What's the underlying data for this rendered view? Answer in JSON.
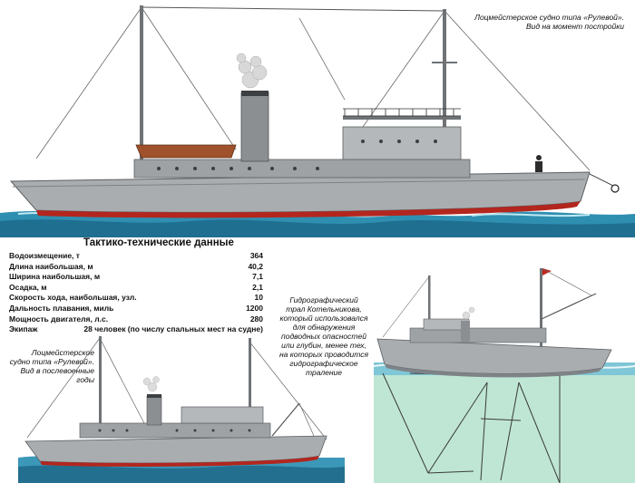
{
  "captions": {
    "top_ship": "Лоцмейстерское судно типа «Рулевой». Вид на момент постройки",
    "top_ship_line1": "Лоцмейстерское судно типа «Рулевой».",
    "top_ship_line2": "Вид на момент постройки",
    "postwar_line1": "Лоцмейстерское",
    "postwar_line2": "судно типа «Рулевой».",
    "postwar_line3": "Вид в послевоенные",
    "postwar_line4": "годы",
    "trawl_line1": "Гидрографический",
    "trawl_line2": "трал Котельникова,",
    "trawl_line3": "который использовался",
    "trawl_line4": "для обнаружения",
    "trawl_line5": "подводных опасностей",
    "trawl_line6": "или глубин, менее тех,",
    "trawl_line7": "на которых проводится",
    "trawl_line8": "гидрографическое",
    "trawl_line9": "траление"
  },
  "specs": {
    "title": "Тактико-технические данные",
    "rows": [
      {
        "label": "Водоизмещение, т",
        "value": "364"
      },
      {
        "label": "Длина наибольшая, м",
        "value": "40,2"
      },
      {
        "label": "Ширина наибольшая, м",
        "value": "7,1"
      },
      {
        "label": "Осадка, м",
        "value": "2,1"
      },
      {
        "label": "Скорость хода, наибольшая, узл.",
        "value": "10"
      },
      {
        "label": "Дальность плавания, миль",
        "value": "1200"
      },
      {
        "label": "Мощность двигателя, л.с.",
        "value": "280"
      },
      {
        "label": "Экипаж",
        "value": "28 человек (по числу спальных мест на судне)"
      }
    ]
  },
  "colors": {
    "hull": "#a9adb0",
    "hull_dark": "#7e8387",
    "waterline": "#b3261e",
    "sea": "#2f8fb0",
    "sea_light": "#7fc6d6",
    "underwater": "#bfe6d4",
    "funnel": "#8c8f92"
  }
}
